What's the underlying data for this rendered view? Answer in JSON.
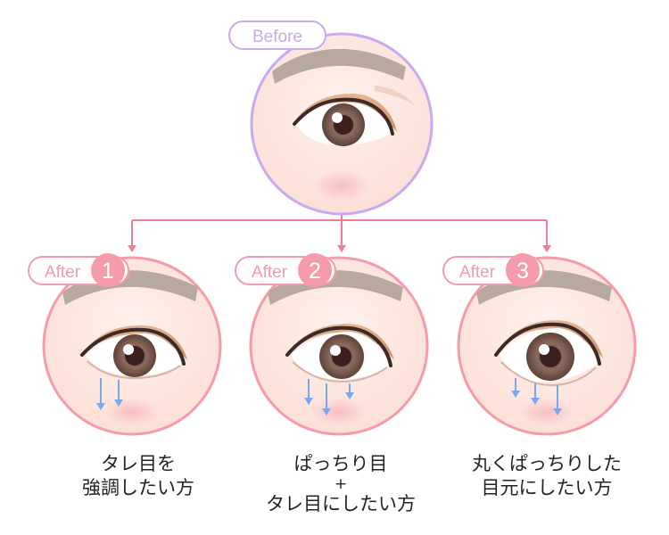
{
  "before": {
    "label": "Before"
  },
  "after_label": "After",
  "panels": [
    {
      "number": "1",
      "caption_lines": [
        "タレ目を",
        "強調したい方"
      ]
    },
    {
      "number": "2",
      "caption_lines": [
        "ぱっちり目",
        "+",
        "タレ目にしたい方"
      ]
    },
    {
      "number": "3",
      "caption_lines": [
        "丸くぱっちりした",
        "目元にしたい方"
      ]
    }
  ],
  "colors": {
    "before_ring": "#c9a9ef",
    "after_ring": "#f59bab",
    "connector": "#f07f94",
    "skin": "#fde9e2",
    "brow": "#b7a9a0",
    "iris": "#7e6155",
    "arrow": "#7aa8ec"
  }
}
